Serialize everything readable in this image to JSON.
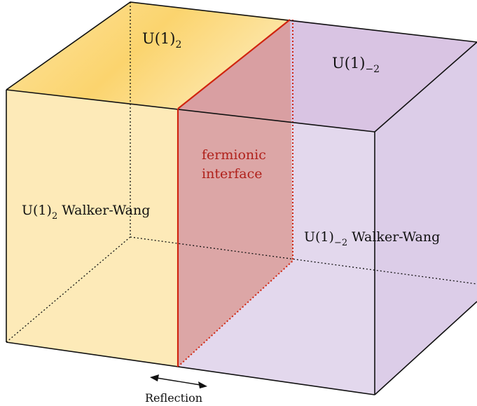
{
  "labels": {
    "top_left_main": "U(1)",
    "top_left_sub": "2",
    "top_right_main": "U(1)",
    "top_right_sub": "−2",
    "interface_line1": "fermionic",
    "interface_line2": "interface",
    "left_bulk_main": "U(1)",
    "left_bulk_sub": "2",
    "left_bulk_rest": " Walker-Wang",
    "right_bulk_main": "U(1)",
    "right_bulk_sub": "−2",
    "right_bulk_rest": " Walker-Wang",
    "arrow_caption": "Reflection"
  },
  "colors": {
    "yellow_top": "#fcd97a",
    "yellow_side": "#fde9b4",
    "purple_top": "#d9c4e3",
    "purple_side": "#e2d6ec",
    "interface_fill": "#d98b7a",
    "interface_edge": "#d0240f",
    "interface_text": "#b0201a",
    "edge": "#111111"
  }
}
